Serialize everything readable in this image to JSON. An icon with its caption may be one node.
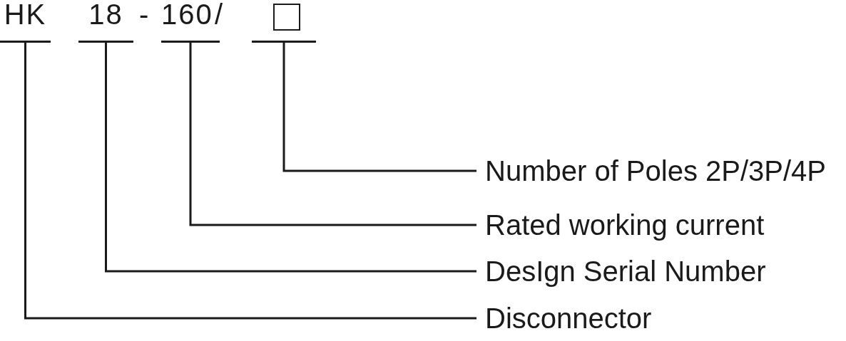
{
  "diagram": {
    "nodes": [
      {
        "text": [
          "HK"
        ]
      },
      {
        "text": [
          "18"
        ]
      },
      {
        "text": [
          "160"
        ]
      },
      {
        "text": [],
        "shape": "box"
      },
      {
        "text": [
          "Number of Poles 2P/3P/4P"
        ]
      },
      {
        "text": [
          "Rated working current"
        ]
      },
      {
        "text": [
          "DesIgn Serial Number"
        ]
      },
      {
        "text": [
          "Disconnector"
        ]
      }
    ],
    "edges": [
      {
        "from": 3,
        "to": 4,
        "arrow": "none"
      },
      {
        "from": 2,
        "to": 5,
        "arrow": "none"
      },
      {
        "from": 1,
        "to": 6,
        "arrow": "none"
      },
      {
        "from": 0,
        "to": 7,
        "arrow": "none"
      }
    ],
    "labels": [
      "-",
      "/"
    ]
  }
}
